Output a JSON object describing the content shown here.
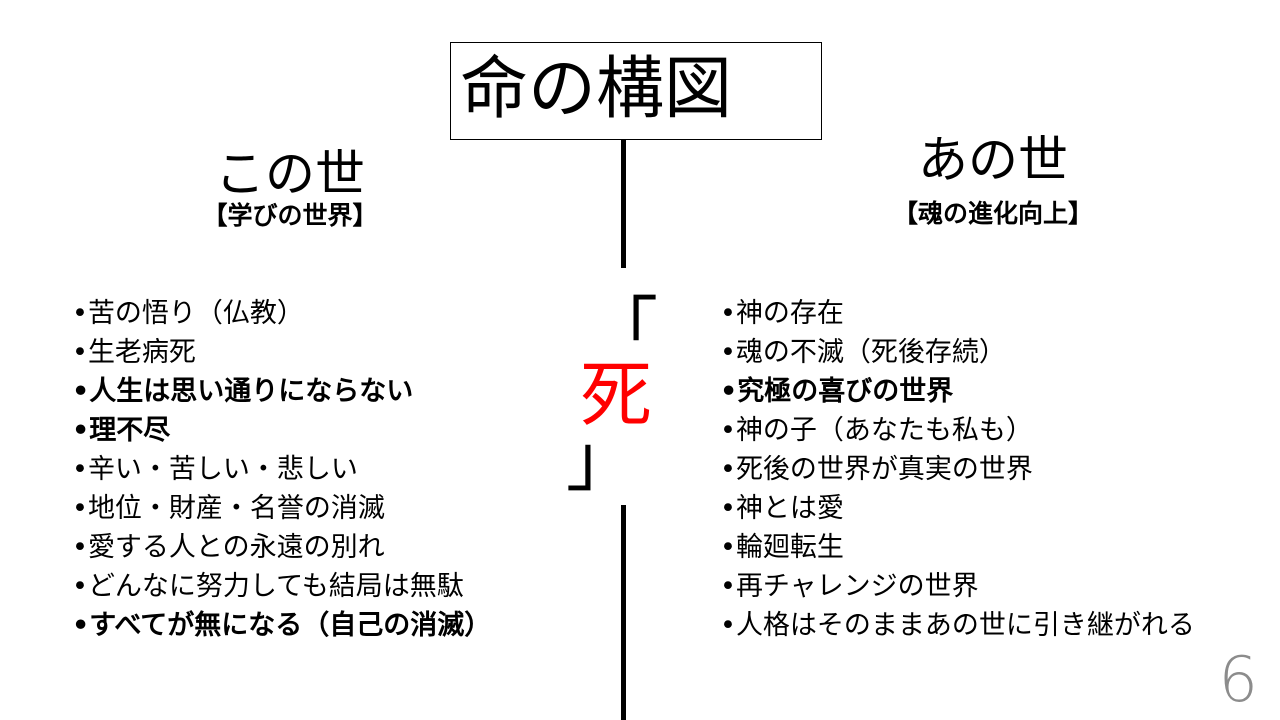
{
  "title": "命の構図",
  "left": {
    "heading": "この世",
    "subheading": "【学びの世界】",
    "items": [
      {
        "text": "苦の悟り（仏教）",
        "bold": false
      },
      {
        "text": "生老病死",
        "bold": false
      },
      {
        "text": "人生は思い通りにならない",
        "bold": true
      },
      {
        "text": "理不尽",
        "bold": true
      },
      {
        "text": "辛い・苦しい・悲しい",
        "bold": false
      },
      {
        "text": "地位・財産・名誉の消滅",
        "bold": false
      },
      {
        "text": "愛する人との永遠の別れ",
        "bold": false
      },
      {
        "text": "どんなに努力しても結局は無駄",
        "bold": false
      },
      {
        "text": "すべてが無になる（自己の消滅）",
        "bold": true
      }
    ]
  },
  "right": {
    "heading": "あの世",
    "subheading": "【魂の進化向上】",
    "items": [
      {
        "text": "神の存在",
        "bold": false
      },
      {
        "text": "魂の不滅（死後存続）",
        "bold": false
      },
      {
        "text": "究極の喜びの世界",
        "bold": true
      },
      {
        "text": "神の子（あなたも私も）",
        "bold": false
      },
      {
        "text": "死後の世界が真実の世界",
        "bold": false
      },
      {
        "text": "神とは愛",
        "bold": false
      },
      {
        "text": "輪廻転生",
        "bold": false
      },
      {
        "text": "再チャレンジの世界",
        "bold": false
      },
      {
        "text": "人格はそのままあの世に引き継がれる",
        "bold": false
      }
    ]
  },
  "center": {
    "open_bracket": "「",
    "word": "死",
    "close_bracket": "」",
    "word_color": "#ff0000"
  },
  "page_number": "6"
}
